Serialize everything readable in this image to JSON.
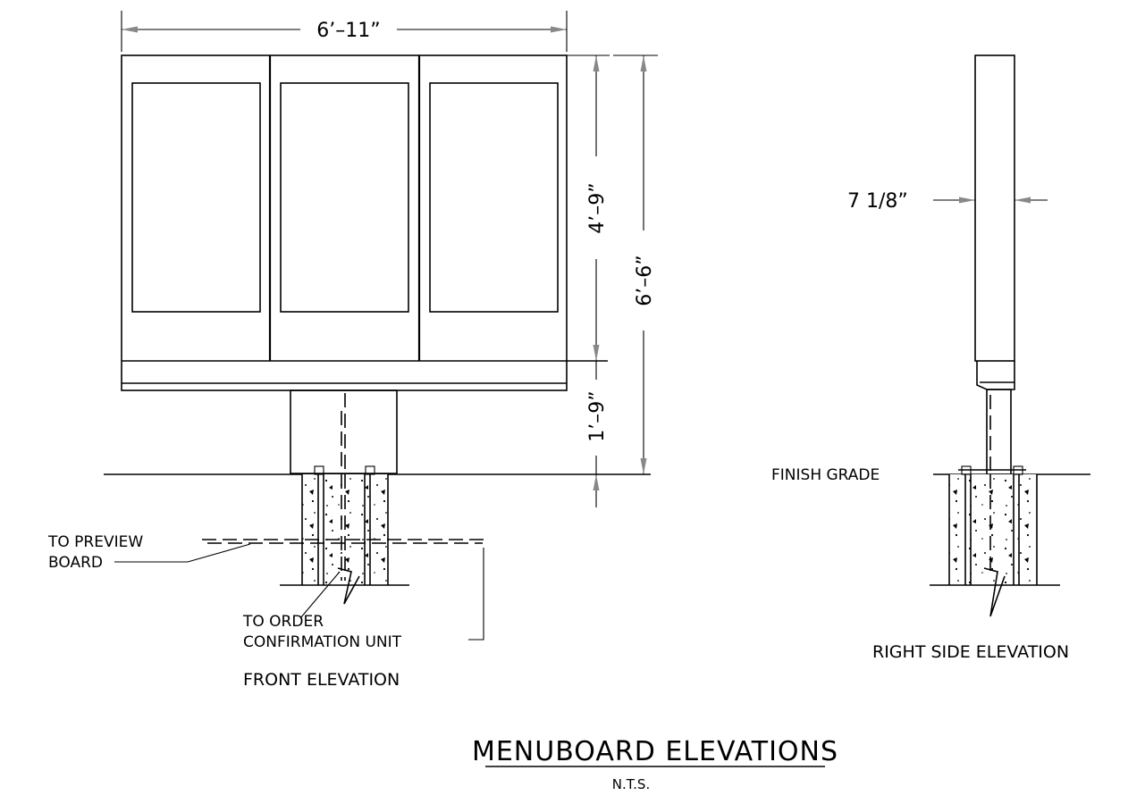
{
  "dimensions": {
    "overall_width": "6’–11”",
    "panel_height": "4’–9”",
    "overall_height": "6’–6”",
    "post_height": "1’–9”",
    "depth": "7 1/8”"
  },
  "notes": {
    "preview_line1": "TO PREVIEW",
    "preview_line2": "BOARD",
    "order_line1": "TO ORDER",
    "order_line2": "CONFIRMATION UNIT",
    "finish_grade": "FINISH GRADE"
  },
  "views": {
    "front": "FRONT ELEVATION",
    "right_side": "RIGHT SIDE ELEVATION"
  },
  "title": {
    "main": "MENUBOARD ELEVATIONS",
    "scale": "N.T.S."
  }
}
